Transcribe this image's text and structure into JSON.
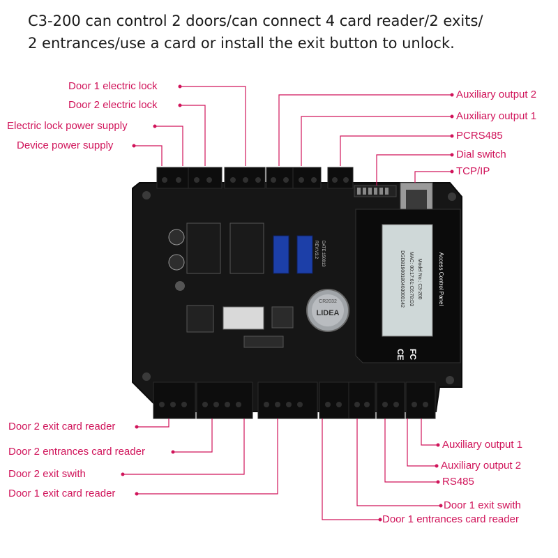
{
  "header": {
    "line1": "C3-200 can control 2 doors/can connect 4 card reader/2 exits/",
    "line2": "2 entrances/use a card or install the exit button to unlock."
  },
  "callouts_top_left": [
    "Door 1 electric lock",
    "Door 2 electric lock",
    "Electric lock power supply",
    "Device power supply"
  ],
  "callouts_top_right": [
    "Auxiliary output 2",
    "Auxiliary output 1",
    "PCRS485",
    "Dial switch",
    "TCP/IP"
  ],
  "callouts_bottom_left": [
    "Door 2 exit card reader",
    "Door 2 entrances card reader",
    "Door 2 exit swith",
    "Door 1 exit card reader"
  ],
  "callouts_bottom_right": [
    "Auxiliary output 1",
    "Auxiliary output 2",
    "RS485",
    "Door 1 exit swith",
    "Door 1 entrances card reader"
  ],
  "board": {
    "panel_title": "Access Control Panel",
    "model": "Model No.: C3-200",
    "mac": "MAC: 00:17:61:C6:78:D3",
    "serial": "DGD81900180403000142",
    "battery_brand": "LIDEA",
    "battery_model": "CR2032",
    "cert_marks": [
      "CE",
      "FC"
    ],
    "rev_text": "REV:V3.2",
    "date_text": "DATE:150813",
    "colors": {
      "board": "#161616",
      "callout": "#d0145a",
      "relay": "#1c3fa8",
      "lcd": "#cfd8d8"
    }
  }
}
